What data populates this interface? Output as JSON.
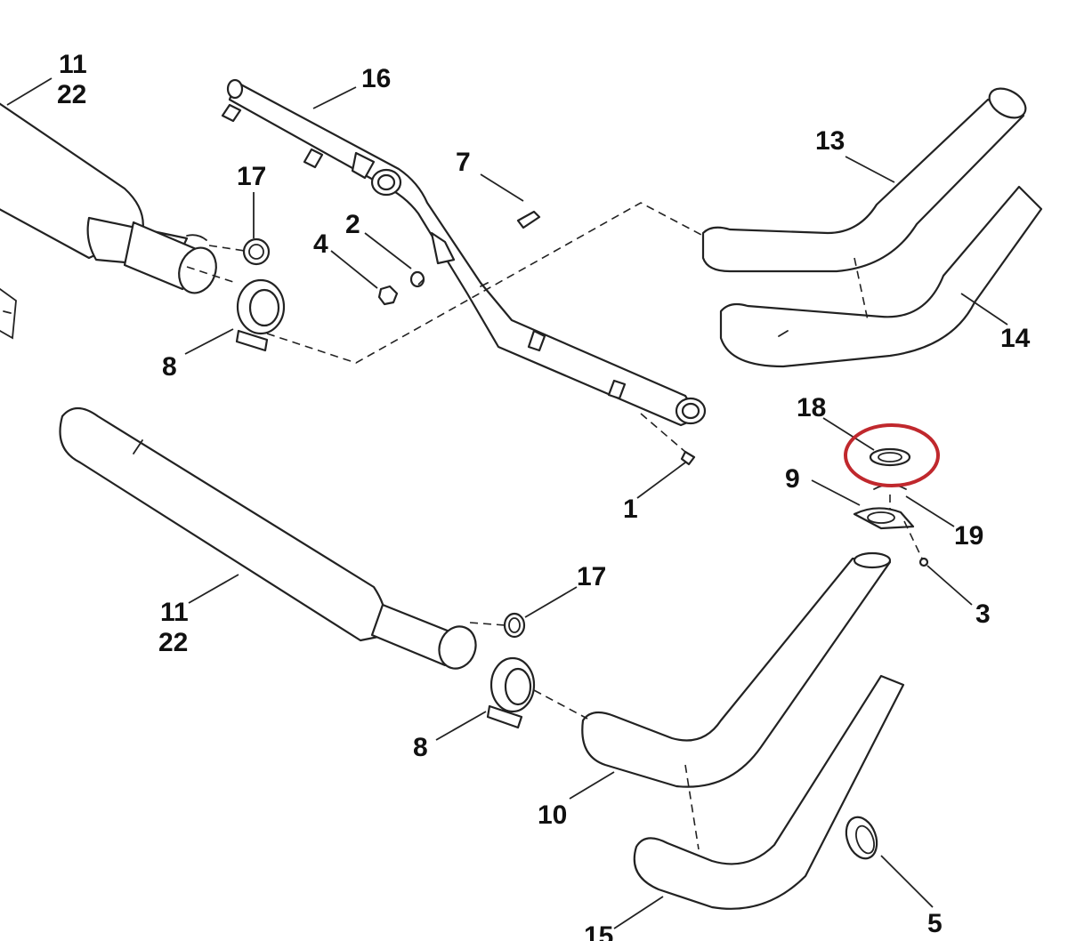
{
  "diagram": {
    "highlight_color": "#c0282d",
    "line_color": "#222222",
    "highlighted_callout": "18",
    "callouts": {
      "c11_top": "11",
      "c22_top": "22",
      "c16": "16",
      "c17_top": "17",
      "c7": "7",
      "c2": "2",
      "c4": "4",
      "c8_top": "8",
      "c13": "13",
      "c14": "14",
      "c18": "18",
      "c9": "9",
      "c19": "19",
      "c1": "1",
      "c3": "3",
      "c17_bottom": "17",
      "c11_bottom": "11",
      "c22_bottom": "22",
      "c8_bottom": "8",
      "c10": "10",
      "c5": "5",
      "c15": "15"
    }
  }
}
